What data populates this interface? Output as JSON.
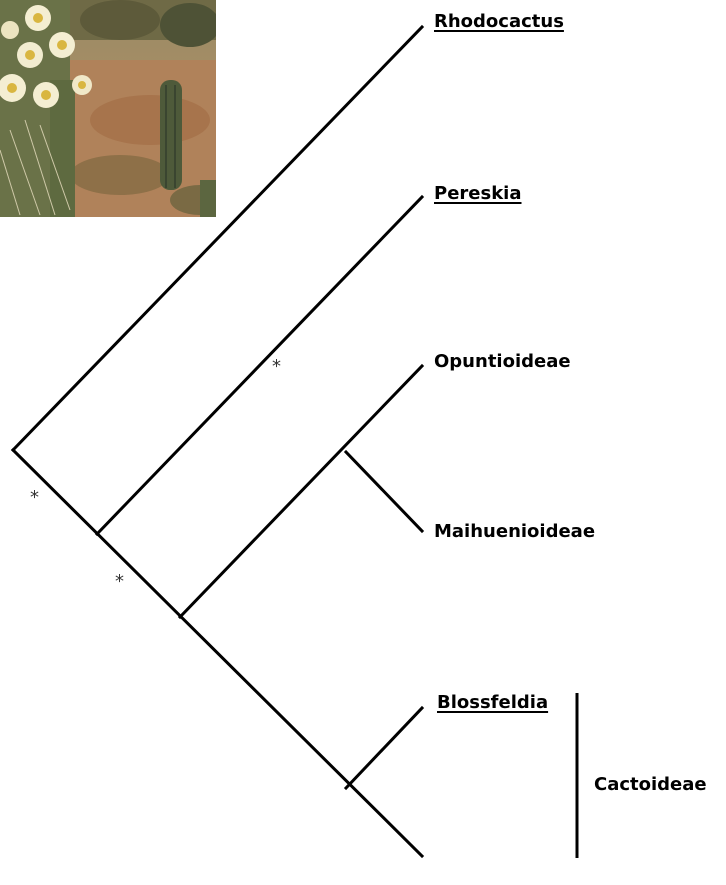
{
  "taxa": {
    "rhodocactus": "Rhodocactus",
    "pereskia": "Pereskia",
    "opuntioideae": "Opuntioideae",
    "maihuenioideae": "Maihuenioideae",
    "blossfeldia": "Blossfeldia"
  },
  "clade_label": "Cactoideae",
  "support_mark": "*",
  "photo_icon": "saguaro-photo",
  "colors": {
    "branch": "#000000",
    "background": "#ffffff"
  }
}
